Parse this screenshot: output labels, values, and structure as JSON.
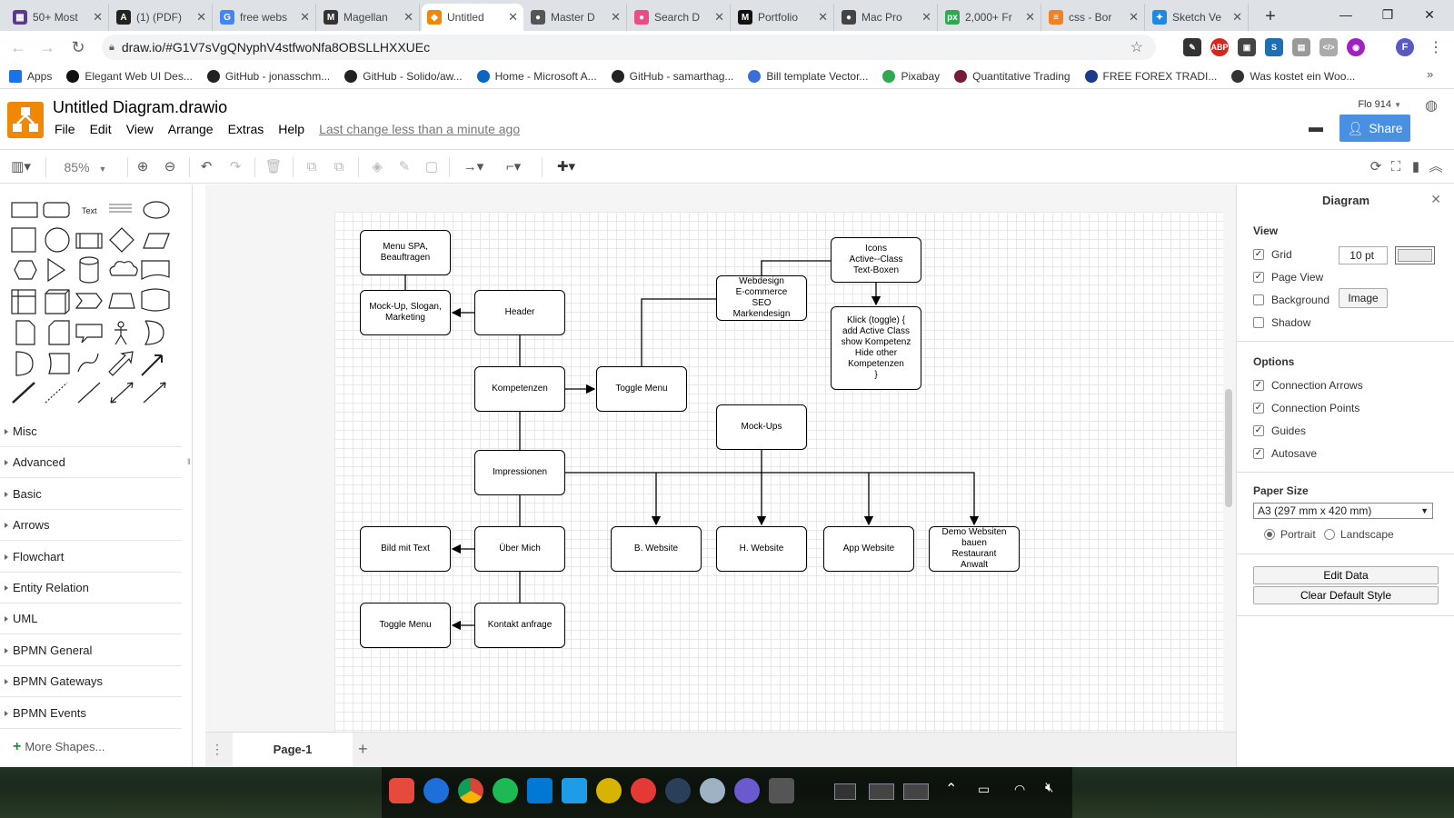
{
  "browser": {
    "tabs": [
      {
        "title": "50+ Most",
        "color": "#5b3a8c",
        "glyph": "▦"
      },
      {
        "title": "(1) (PDF)",
        "color": "#222222",
        "glyph": "A"
      },
      {
        "title": "free webs",
        "color": "#4285f4",
        "glyph": "G"
      },
      {
        "title": "Magellan",
        "color": "#333333",
        "glyph": "M"
      },
      {
        "title": "Untitled",
        "color": "#f08705",
        "glyph": "◆"
      },
      {
        "title": "Master D",
        "color": "#555555",
        "glyph": "●"
      },
      {
        "title": "Search D",
        "color": "#ea4c89",
        "glyph": "●"
      },
      {
        "title": "Portfolio",
        "color": "#111111",
        "glyph": "M"
      },
      {
        "title": "Mac Pro",
        "color": "#444444",
        "glyph": "●"
      },
      {
        "title": "2,000+ Fr",
        "color": "#2fa84f",
        "glyph": "px"
      },
      {
        "title": "css - Bor",
        "color": "#f48024",
        "glyph": "≡"
      },
      {
        "title": "Sketch Ve",
        "color": "#1e88e5",
        "glyph": "✦"
      }
    ],
    "url": "draw.io/#G1V7sVgQNyphV4stfwoNfa8OBSLLHXXUEc",
    "bookmarks": [
      "Apps",
      "Elegant Web UI Des...",
      "GitHub - jonasschm...",
      "GitHub - Solido/aw...",
      "Home - Microsoft A...",
      "GitHub - samarthag...",
      "Bill template Vector...",
      "Pixabay",
      "Quantitative Trading",
      "FREE FOREX TRADI...",
      "Was kostet ein Woo..."
    ]
  },
  "app": {
    "title": "Untitled Diagram.drawio",
    "menus": [
      "File",
      "Edit",
      "View",
      "Arrange",
      "Extras",
      "Help"
    ],
    "last_change": "Last change less than a minute ago",
    "user": "Flo 914",
    "share": "Share",
    "zoom": "85%"
  },
  "shapes": {
    "text_label": "Text",
    "categories": [
      "Misc",
      "Advanced",
      "Basic",
      "Arrows",
      "Flowchart",
      "Entity Relation",
      "UML",
      "BPMN General",
      "BPMN Gateways",
      "BPMN Events"
    ],
    "more": "More Shapes..."
  },
  "diagram_nodes": {
    "menu_spa": "Menu SPA,\nBeauftragen",
    "mockup_slogan": "Mock-Up, Slogan,\nMarketing",
    "header": "Header",
    "kompetenzen": "Kompetenzen",
    "toggle_menu_1": "Toggle Menu",
    "webdesign": "Webdesign\nE-commerce\nSEO\nMarkendesign",
    "icons": "Icons\nActive--Class\nText-Boxen",
    "klick": "Klick (toggle) {\nadd Active Class\nshow Kompetenz\nHide other\nKompetenzen\n}",
    "mockups": "Mock-Ups",
    "impressionen": "Impressionen",
    "bild_text": "Bild mit Text",
    "ueber_mich": "Über Mich",
    "b_website": "B. Website",
    "h_website": "H. Website",
    "app_website": "App Website",
    "demo": "Demo Websiten\nbauen\nRestaurant\nAnwalt",
    "toggle_menu_2": "Toggle Menu",
    "kontakt": "Kontakt anfrage"
  },
  "page_tab": "Page-1",
  "format_panel": {
    "title": "Diagram",
    "view_label": "View",
    "grid": {
      "label": "Grid",
      "checked": true,
      "size": "10 pt"
    },
    "page_view": {
      "label": "Page View",
      "checked": true
    },
    "background": {
      "label": "Background",
      "checked": false,
      "button": "Image"
    },
    "shadow": {
      "label": "Shadow",
      "checked": false
    },
    "options_label": "Options",
    "options": [
      {
        "label": "Connection Arrows",
        "checked": true
      },
      {
        "label": "Connection Points",
        "checked": true
      },
      {
        "label": "Guides",
        "checked": true
      },
      {
        "label": "Autosave",
        "checked": true
      }
    ],
    "paper_size_label": "Paper Size",
    "paper_size": "A3 (297 mm x 420 mm)",
    "orientation": {
      "portrait": "Portrait",
      "landscape": "Landscape",
      "selected": "portrait"
    },
    "edit_data": "Edit Data",
    "clear_style": "Clear Default Style"
  }
}
